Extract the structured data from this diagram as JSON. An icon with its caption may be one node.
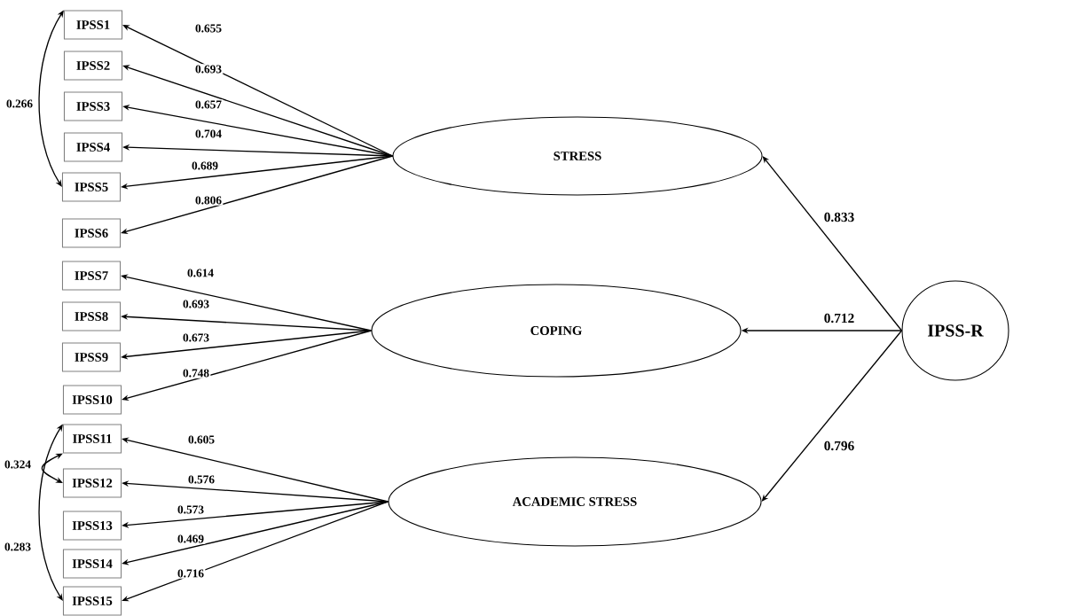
{
  "diagram": {
    "nodes": [
      {
        "text": [
          "IPSS1"
        ]
      },
      {
        "text": [
          "IPSS2"
        ]
      },
      {
        "text": [
          "IPSS3"
        ]
      },
      {
        "text": [
          "IPSS4"
        ]
      },
      {
        "text": [
          "IPSS5"
        ]
      },
      {
        "text": [
          "IPSS6"
        ]
      },
      {
        "text": [
          "IPSS7"
        ]
      },
      {
        "text": [
          "IPSS8"
        ]
      },
      {
        "text": [
          "IPSS9"
        ]
      },
      {
        "text": [
          "IPSS10"
        ]
      },
      {
        "text": [
          "IPSS11"
        ]
      },
      {
        "text": [
          "IPSS12"
        ]
      },
      {
        "text": [
          "IPSS13"
        ]
      },
      {
        "text": [
          "IPSS14"
        ]
      },
      {
        "text": [
          "IPSS15"
        ]
      },
      {
        "text": [
          "STRESS"
        ]
      },
      {
        "text": [
          "COPING"
        ]
      },
      {
        "text": [
          "ACADEMIC STRESS"
        ]
      },
      {
        "text": [
          "IPSS-R"
        ]
      }
    ],
    "edges": [
      {
        "from": 15,
        "to": 0,
        "arrow": "to",
        "label": "0.655"
      },
      {
        "from": 15,
        "to": 1,
        "arrow": "to",
        "label": "0.693"
      },
      {
        "from": 15,
        "to": 2,
        "arrow": "to",
        "label": "0.657"
      },
      {
        "from": 15,
        "to": 3,
        "arrow": "to",
        "label": "0.704"
      },
      {
        "from": 15,
        "to": 4,
        "arrow": "to",
        "label": "0.689"
      },
      {
        "from": 15,
        "to": 5,
        "arrow": "to",
        "label": "0.806"
      },
      {
        "from": 16,
        "to": 6,
        "arrow": "to",
        "label": "0.614"
      },
      {
        "from": 16,
        "to": 7,
        "arrow": "to",
        "label": "0.693"
      },
      {
        "from": 16,
        "to": 8,
        "arrow": "to",
        "label": "0.673"
      },
      {
        "from": 16,
        "to": 9,
        "arrow": "to",
        "label": "0.748"
      },
      {
        "from": 17,
        "to": 10,
        "arrow": "to",
        "label": "0.605"
      },
      {
        "from": 17,
        "to": 11,
        "arrow": "to",
        "label": "0.576"
      },
      {
        "from": 17,
        "to": 12,
        "arrow": "to",
        "label": "0.573"
      },
      {
        "from": 17,
        "to": 13,
        "arrow": "to",
        "label": "0.469"
      },
      {
        "from": 17,
        "to": 14,
        "arrow": "to",
        "label": "0.716"
      },
      {
        "from": 18,
        "to": 15,
        "arrow": "to",
        "label": "0.833"
      },
      {
        "from": 18,
        "to": 16,
        "arrow": "to",
        "label": "0.712"
      },
      {
        "from": 18,
        "to": 17,
        "arrow": "to",
        "label": "0.796"
      },
      {
        "from": 0,
        "to": 4,
        "arrow": "both",
        "label": "0.266"
      },
      {
        "from": 10,
        "to": 11,
        "arrow": "both",
        "label": "0.324"
      },
      {
        "from": 10,
        "to": 14,
        "arrow": "both",
        "label": "0.283"
      }
    ]
  }
}
